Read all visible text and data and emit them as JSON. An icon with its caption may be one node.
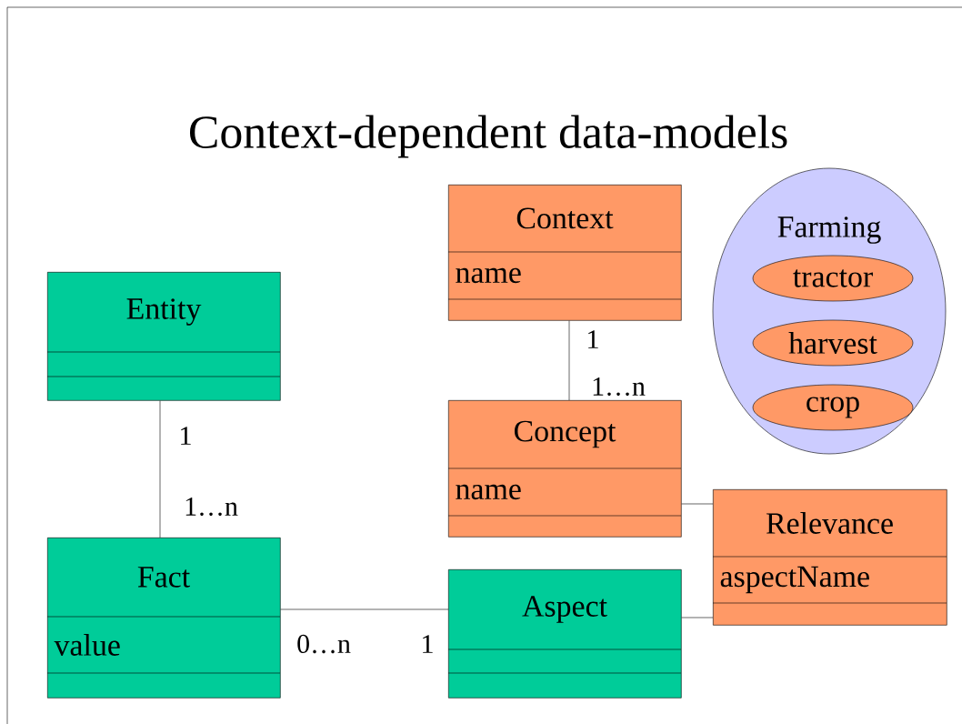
{
  "diagram": {
    "title": "Context-dependent data-models",
    "nodes": [
      {
        "text": [
          "Context",
          "name"
        ]
      },
      {
        "text": [
          "Farming"
        ]
      },
      {
        "text": [
          "tractor"
        ],
        "in": 1
      },
      {
        "text": [
          "harvest"
        ],
        "in": 1
      },
      {
        "text": [
          "crop"
        ],
        "in": 1
      },
      {
        "text": [
          "Entity"
        ]
      },
      {
        "text": [
          "Concept",
          "name"
        ]
      },
      {
        "text": [
          "Relevance",
          "aspectName"
        ]
      },
      {
        "text": [
          "Fact",
          "value"
        ]
      },
      {
        "text": [
          "Aspect"
        ]
      }
    ],
    "edges": [
      {
        "from": 0,
        "to": 6,
        "arrow": "none"
      },
      {
        "from": 5,
        "to": 8,
        "arrow": "none"
      },
      {
        "from": 8,
        "to": 9,
        "arrow": "none"
      },
      {
        "from": 6,
        "to": 7,
        "arrow": "none"
      },
      {
        "from": 9,
        "to": 7,
        "arrow": "none"
      }
    ],
    "labels": [
      "1",
      "1…n",
      "1",
      "1…n",
      "0…n",
      "1"
    ]
  }
}
